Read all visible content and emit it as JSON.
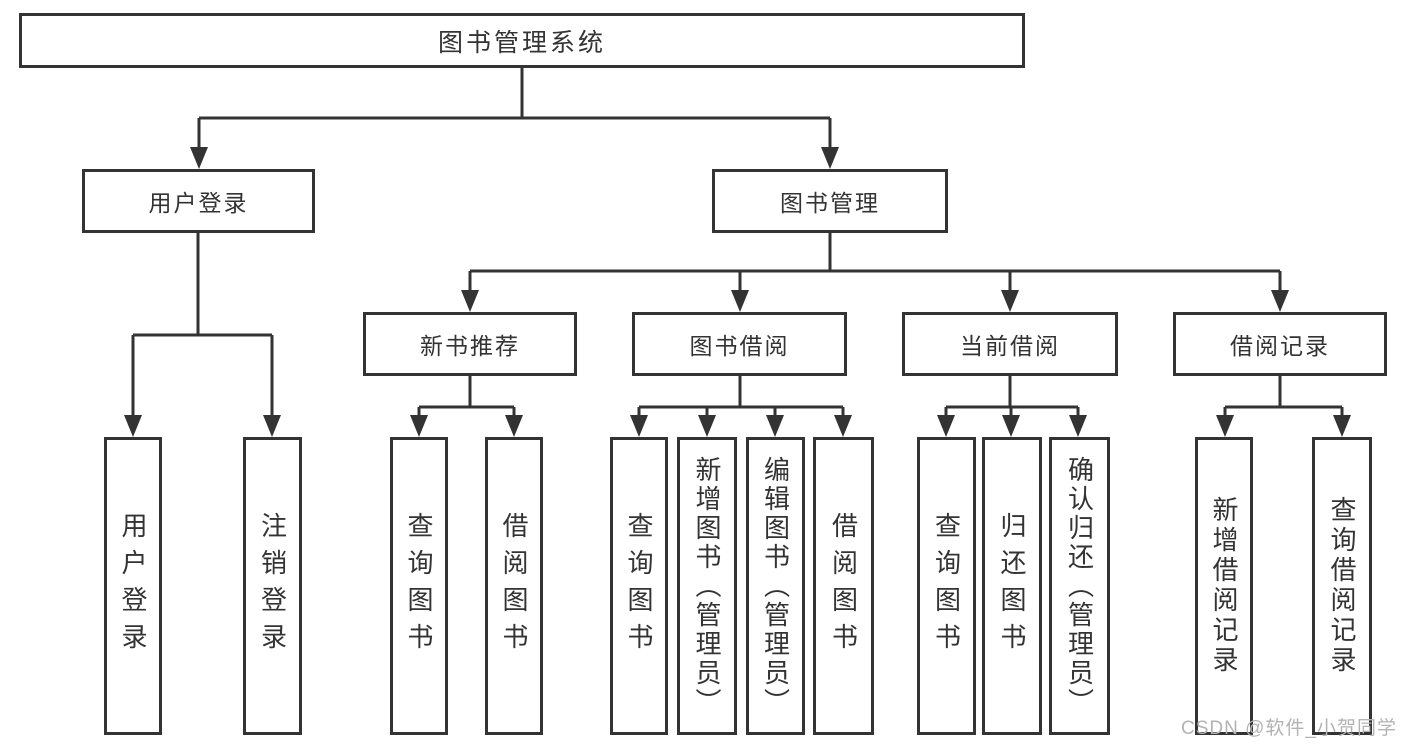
{
  "tree": {
    "root": {
      "label": "图书管理系统"
    },
    "branches": [
      {
        "label": "用户登录",
        "children": [
          {
            "label": "用户登录"
          },
          {
            "label": "注销登录"
          }
        ]
      },
      {
        "label": "图书管理",
        "children": [
          {
            "label": "新书推荐",
            "children": [
              {
                "label": "查询图书"
              },
              {
                "label": "借阅图书"
              }
            ]
          },
          {
            "label": "图书借阅",
            "children": [
              {
                "label": "查询图书"
              },
              {
                "label": "新增图书（管理员）"
              },
              {
                "label": "编辑图书（管理员）"
              },
              {
                "label": "借阅图书"
              }
            ]
          },
          {
            "label": "当前借阅",
            "children": [
              {
                "label": "查询图书"
              },
              {
                "label": "归还图书"
              },
              {
                "label": "确认归还（管理员）"
              }
            ]
          },
          {
            "label": "借阅记录",
            "children": [
              {
                "label": "新增借阅记录"
              },
              {
                "label": "查询借阅记录"
              }
            ]
          }
        ]
      }
    ]
  },
  "watermark": {
    "label": "CSDN @软件_小贺同学"
  },
  "colors": {
    "line": "#333333",
    "text": "#333333",
    "watermark": "#b3b3b3",
    "background": "#ffffff"
  }
}
